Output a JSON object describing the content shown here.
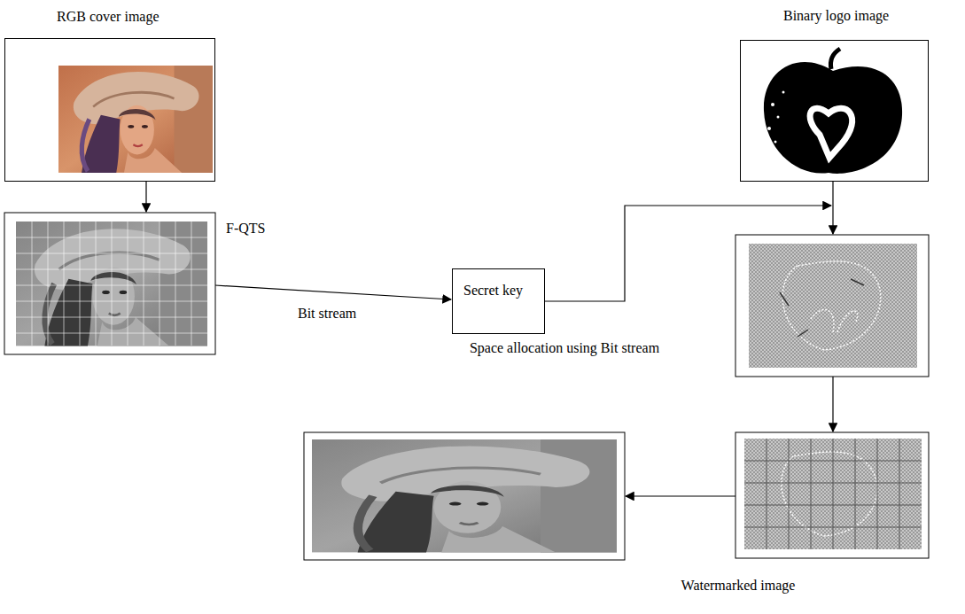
{
  "diagram": {
    "nodes": [
      {
        "text": [
          "RGB cover image"
        ]
      },
      {
        "text": [
          "Secret key"
        ]
      },
      {
        "text": [
          "Binary logo image"
        ]
      }
    ],
    "labels": [
      "F-QTS",
      "Bit stream",
      "Space allocation using Bit stream",
      "Watermarked image"
    ]
  }
}
